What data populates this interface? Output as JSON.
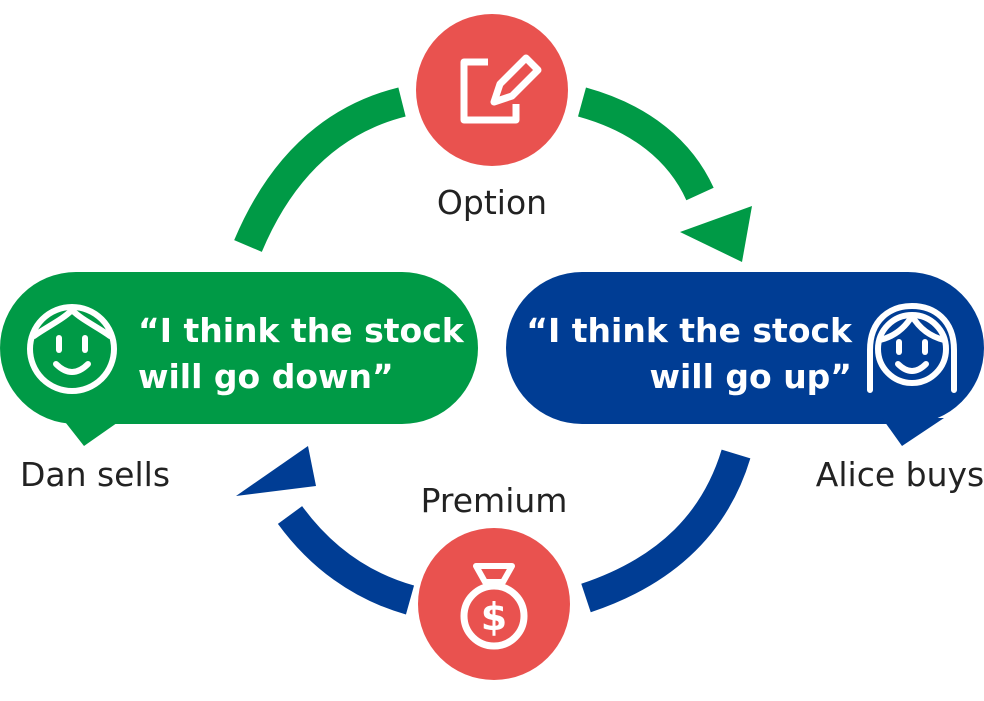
{
  "colors": {
    "seller": "#009a46",
    "buyer": "#003d94",
    "accent": "#e9524f",
    "text": "#222222",
    "on_color_text": "#ffffff"
  },
  "top_flow": {
    "icon": "document-pen-icon",
    "label": "Option",
    "direction": "seller-to-buyer"
  },
  "bottom_flow": {
    "icon": "money-bag-dollar-icon",
    "label": "Premium",
    "direction": "buyer-to-seller"
  },
  "seller": {
    "icon": "smiling-face-icon",
    "quote_line1": "“I think the stock",
    "quote_line2": "will go down”",
    "caption": "Dan sells"
  },
  "buyer": {
    "icon": "smiling-face-long-hair-icon",
    "quote_line1": "“I think the stock",
    "quote_line2": "will go up”",
    "caption": "Alice buys"
  }
}
